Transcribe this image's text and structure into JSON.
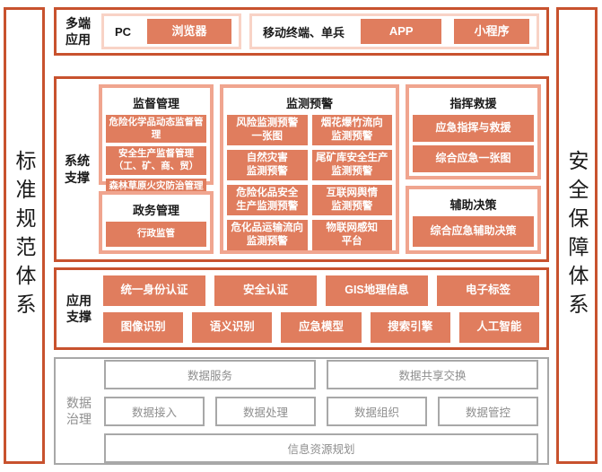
{
  "colors": {
    "orange": "#C8522E",
    "panel_pink": "#F0A58F",
    "group_pink": "#F8D3C6",
    "salmon": "#E07D5E",
    "gray_border": "#A8A8A8",
    "gray_text": "#8E8E8E"
  },
  "banners": {
    "left": "标准规范体系",
    "right": "安全保障体系"
  },
  "multi": {
    "label": "多端应用",
    "group1": {
      "text": "PC",
      "btn": "浏览器"
    },
    "group2": {
      "text": "移动终端、单兵",
      "btn1": "APP",
      "btn2": "小程序"
    }
  },
  "system": {
    "label": "系统支撑",
    "supervision": {
      "title": "监督管理",
      "items": [
        "危险化学品动态监督管理",
        "安全生产监督管理\n（工、矿、商、贸）",
        "森林草原火灾防治管理"
      ]
    },
    "government": {
      "title": "政务管理",
      "items": [
        "行政监管"
      ]
    },
    "monitoring": {
      "title": "监测预警",
      "items": [
        "风险监测预警\n一张图",
        "烟花爆竹流向\n监测预警",
        "自然灾害\n监测预警",
        "尾矿库安全生产\n监测预警",
        "危险化品安全\n生产监测预警",
        "互联网舆情\n监测预警",
        "危化品运输流向\n监测预警",
        "物联网感知\n平台"
      ]
    },
    "command": {
      "title": "指挥救援",
      "items": [
        "应急指挥与救援",
        "综合应急一张图"
      ]
    },
    "decision": {
      "title": "辅助决策",
      "items": [
        "综合应急辅助决策"
      ]
    }
  },
  "app": {
    "label": "应用支撑",
    "row1": [
      "统一身份认证",
      "安全认证",
      "GIS地理信息",
      "电子标签"
    ],
    "row2": [
      "图像识别",
      "语义识别",
      "应急模型",
      "搜索引擎",
      "人工智能"
    ]
  },
  "data_gov": {
    "label": "数据治理",
    "row1": [
      "数据服务",
      "数据共享交换"
    ],
    "row2": [
      "数据接入",
      "数据处理",
      "数据组织",
      "数据管控"
    ],
    "row3": [
      "信息资源规划"
    ]
  }
}
